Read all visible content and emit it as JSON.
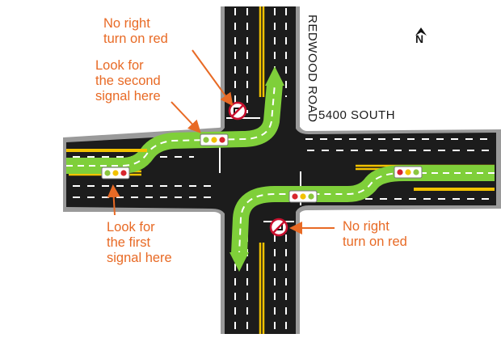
{
  "labels": {
    "no_right_top": "No right\nturn on red",
    "second_signal": "Look for\nthe second\nsignal here",
    "first_signal": "Look for\nthe first\nsignal here",
    "no_right_bottom": "No right\nturn on red"
  },
  "streets": {
    "north_south_line1": "REDWOOD",
    "north_south_line2": "ROAD",
    "east_west": "5400 SOUTH"
  },
  "compass": {
    "letter": "N",
    "icon": "north-arrow-icon"
  },
  "colors": {
    "annotation": "#e86a25",
    "road": "#1c1c1c",
    "curb": "#9a9a9a",
    "lane_marking": "#ffffff",
    "center_line": "#f2c200",
    "turn_path": "#7fcf3a",
    "signal_housing": "#ffffff",
    "no_turn_sign": "#c8102e"
  }
}
